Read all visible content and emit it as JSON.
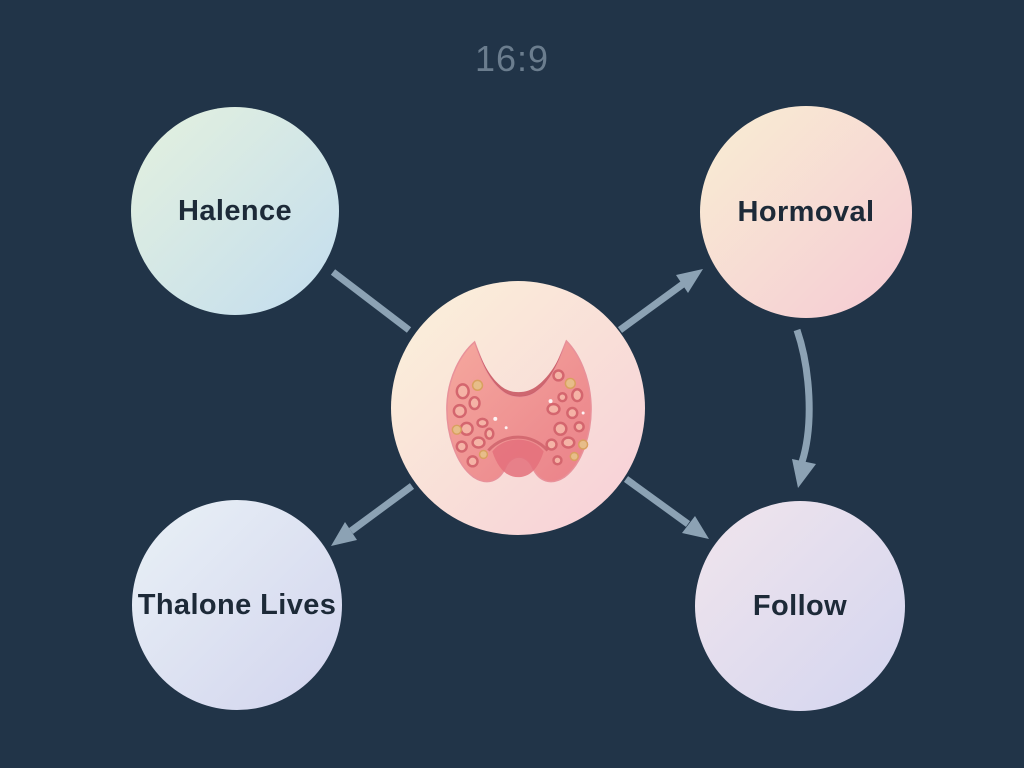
{
  "title": "16:9",
  "colors": {
    "background": "#213448",
    "arrow": "#8ca2b4",
    "title_text": "#6b7d8e",
    "node_text": "#1d2a38"
  },
  "center_node": {
    "icon": "thyroid-gland",
    "gradient": [
      "#fbf2da",
      "#f7ced7"
    ]
  },
  "nodes": [
    {
      "id": "halence",
      "label": "Halence",
      "gradient": [
        "#e4f1de",
        "#c3ddef"
      ]
    },
    {
      "id": "hormoval",
      "label": "Hormoval",
      "gradient": [
        "#f9eed3",
        "#f5cad4"
      ]
    },
    {
      "id": "thalone-lives",
      "label": "Thalone Lives",
      "gradient": [
        "#e9f1f6",
        "#d2d4ee"
      ]
    },
    {
      "id": "follow",
      "label": "Follow",
      "gradient": [
        "#f1e5ec",
        "#d3d5f0"
      ]
    }
  ],
  "connections": [
    {
      "from": "halence",
      "to": "center",
      "style": "line"
    },
    {
      "from": "center",
      "to": "hormoval",
      "style": "arrow"
    },
    {
      "from": "center",
      "to": "thalone-lives",
      "style": "arrow"
    },
    {
      "from": "center",
      "to": "follow",
      "style": "arrow"
    },
    {
      "from": "hormoval",
      "to": "follow",
      "style": "curved-arrow"
    }
  ]
}
